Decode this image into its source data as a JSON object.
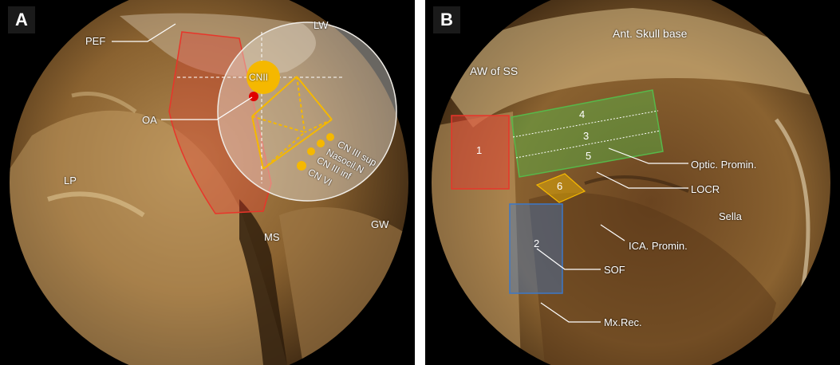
{
  "panel_a": {
    "letter": "A",
    "labels": {
      "pef": "PEF",
      "lw": "LW",
      "cnii": "CNII",
      "oa": "OA",
      "lp": "LP",
      "ms": "MS",
      "gw": "GW",
      "cn3sup": "CN III sup",
      "nasocil": "Nasocil.N",
      "cn3inf": "CN III inf",
      "cn6": "CN VI"
    }
  },
  "panel_b": {
    "letter": "B",
    "labels": {
      "skull": "Ant. Skull base",
      "aw": "AW of SS",
      "optic": "Optic. Promin.",
      "locr": "LOCR",
      "sella": "Sella",
      "ica": "ICA. Promin.",
      "sof": "SOF",
      "mx": "Mx.Rec."
    },
    "regions": [
      "1",
      "2",
      "3",
      "4",
      "5",
      "6"
    ]
  },
  "colors": {
    "red": "#e8352a",
    "green": "#57b84a",
    "blue": "#3c78c8",
    "yellow": "#f5b800",
    "tissue": "#8a6230"
  }
}
